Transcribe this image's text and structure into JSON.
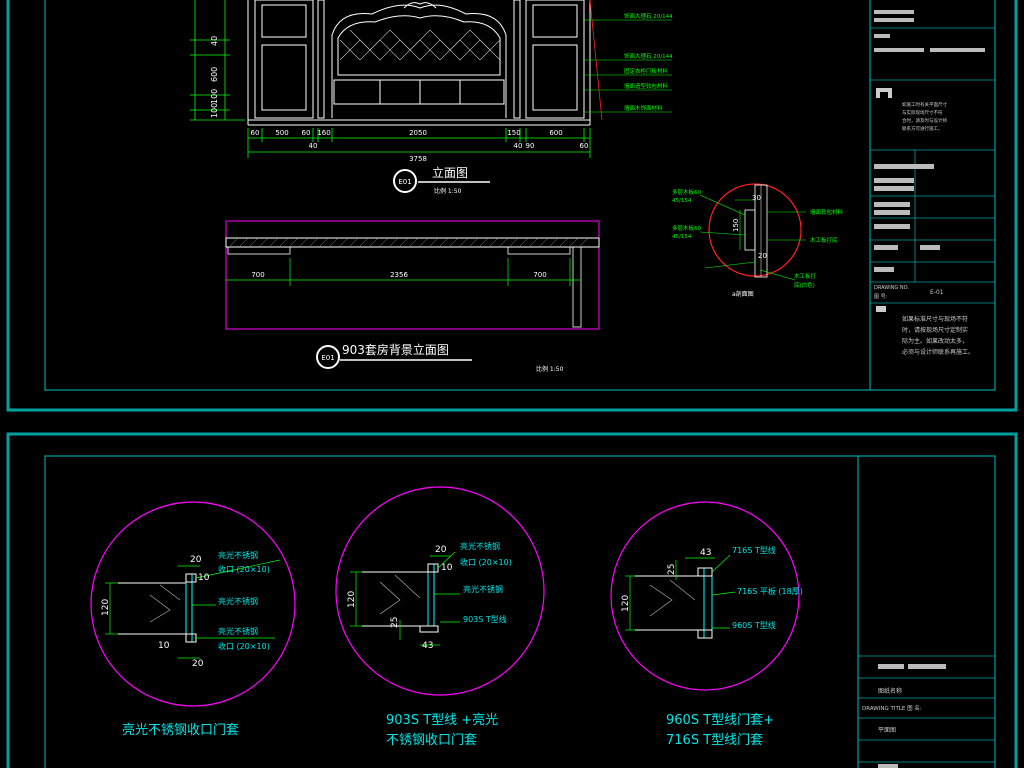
{
  "colors": {
    "frame": "#00a0a0",
    "line": "#ffffff",
    "dim": "#00ff00",
    "text": "#00e5e5",
    "circle": "#ff00ff",
    "detail": "#00ffff",
    "red": "#ff2020"
  },
  "top": {
    "elev_title": "立面图",
    "elev_scale": "比例 1:50",
    "elev_tag": "E01",
    "dims_top": [
      "60",
      "500",
      "60",
      "160",
      "2050",
      "150",
      "90",
      "600",
      "60"
    ],
    "dims_sub": [
      "40",
      "40"
    ],
    "dims_total": "3758",
    "dims_left": [
      "40",
      "100",
      "600",
      "100"
    ],
    "right_labels": [
      "饰面大理石 20/144",
      "饰面大理石 20/144",
      "固定衣柜门板材料",
      "墙面造型软包材料",
      "墙面木饰面材料"
    ],
    "plan_dims": [
      "700",
      "2356",
      "700"
    ],
    "plan_title": "903套房背景立面图",
    "plan_tag": "E01",
    "plan_scale": "比例 1:50",
    "detail_labels": [
      "多层木板60",
      "45/154",
      "多层木板60",
      "45/154",
      "墙面软包材料",
      "木工板打底",
      "木工板打",
      "底(白色)"
    ],
    "detail_dims": [
      "30",
      "150",
      "20"
    ],
    "detail_caption": "a剖面图"
  },
  "title_block": {
    "notes_top": [
      "如施工时有关平面尺寸",
      "与实际现场尺寸不符",
      "合时，请及时与设计师",
      "联系方可进行施工。"
    ],
    "drawing_no_label": "DRAWING NO.",
    "drawing_no_cn": "图 号:",
    "drawing_no_value": "E-01",
    "notes_bottom": [
      "如果标准尺寸与现场不符",
      "时，请按现场尺寸定制实",
      "际为主。如果改动太多，",
      "必须与设计师联系再施工。"
    ]
  },
  "details": [
    {
      "labels": [
        "亮光不锈钢",
        "收口 (20×10)",
        "亮光不锈钢",
        "亮光不锈钢",
        "收口 (20×10)"
      ],
      "dims": [
        "20",
        "10",
        "120",
        "10",
        "20"
      ],
      "caption": [
        "亮光不锈钢收口门套"
      ]
    },
    {
      "labels": [
        "亮光不锈钢",
        "收口 (20×10)",
        "亮光不锈钢",
        "903S T型线"
      ],
      "dims": [
        "20",
        "10",
        "120",
        "25",
        "43"
      ],
      "caption": [
        "903S T型线 +亮光",
        "不锈钢收口门套"
      ]
    },
    {
      "labels": [
        "716S T型线",
        "716S 平板 (18厚)",
        "960S T型线"
      ],
      "dims": [
        "43",
        "25",
        "120"
      ],
      "caption": [
        "960S T型线门套+",
        "716S T型线门套"
      ]
    }
  ],
  "bottom_block": {
    "label1": "图纸名称",
    "drawing_title_label": "DRAWING TITLE 图 名:",
    "drawing_title_value": "平面图"
  }
}
